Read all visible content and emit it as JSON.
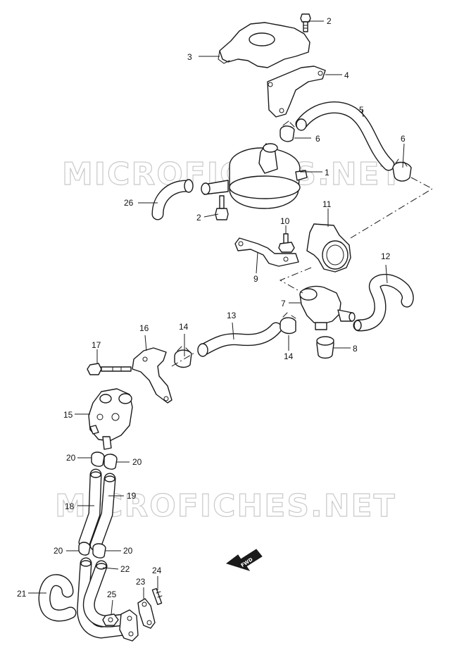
{
  "watermark": {
    "text": "MICROFICHES.NET"
  },
  "fwd_label": "FWD",
  "callouts": {
    "c1": "1",
    "c2a": "2",
    "c2b": "2",
    "c3": "3",
    "c4": "4",
    "c5": "5",
    "c6a": "6",
    "c6b": "6",
    "c7": "7",
    "c8": "8",
    "c9": "9",
    "c10": "10",
    "c11": "11",
    "c12": "12",
    "c13": "13",
    "c14a": "14",
    "c14b": "14",
    "c15": "15",
    "c16": "16",
    "c17": "17",
    "c18": "18",
    "c19": "19",
    "c20a": "20",
    "c20b": "20",
    "c20c": "20",
    "c20d": "20",
    "c21": "21",
    "c22": "22",
    "c23": "23",
    "c24": "24",
    "c25": "25",
    "c26": "26"
  },
  "colors": {
    "line": "#1a1a1a",
    "watermark": "#c9c9c9",
    "background": "#ffffff"
  }
}
